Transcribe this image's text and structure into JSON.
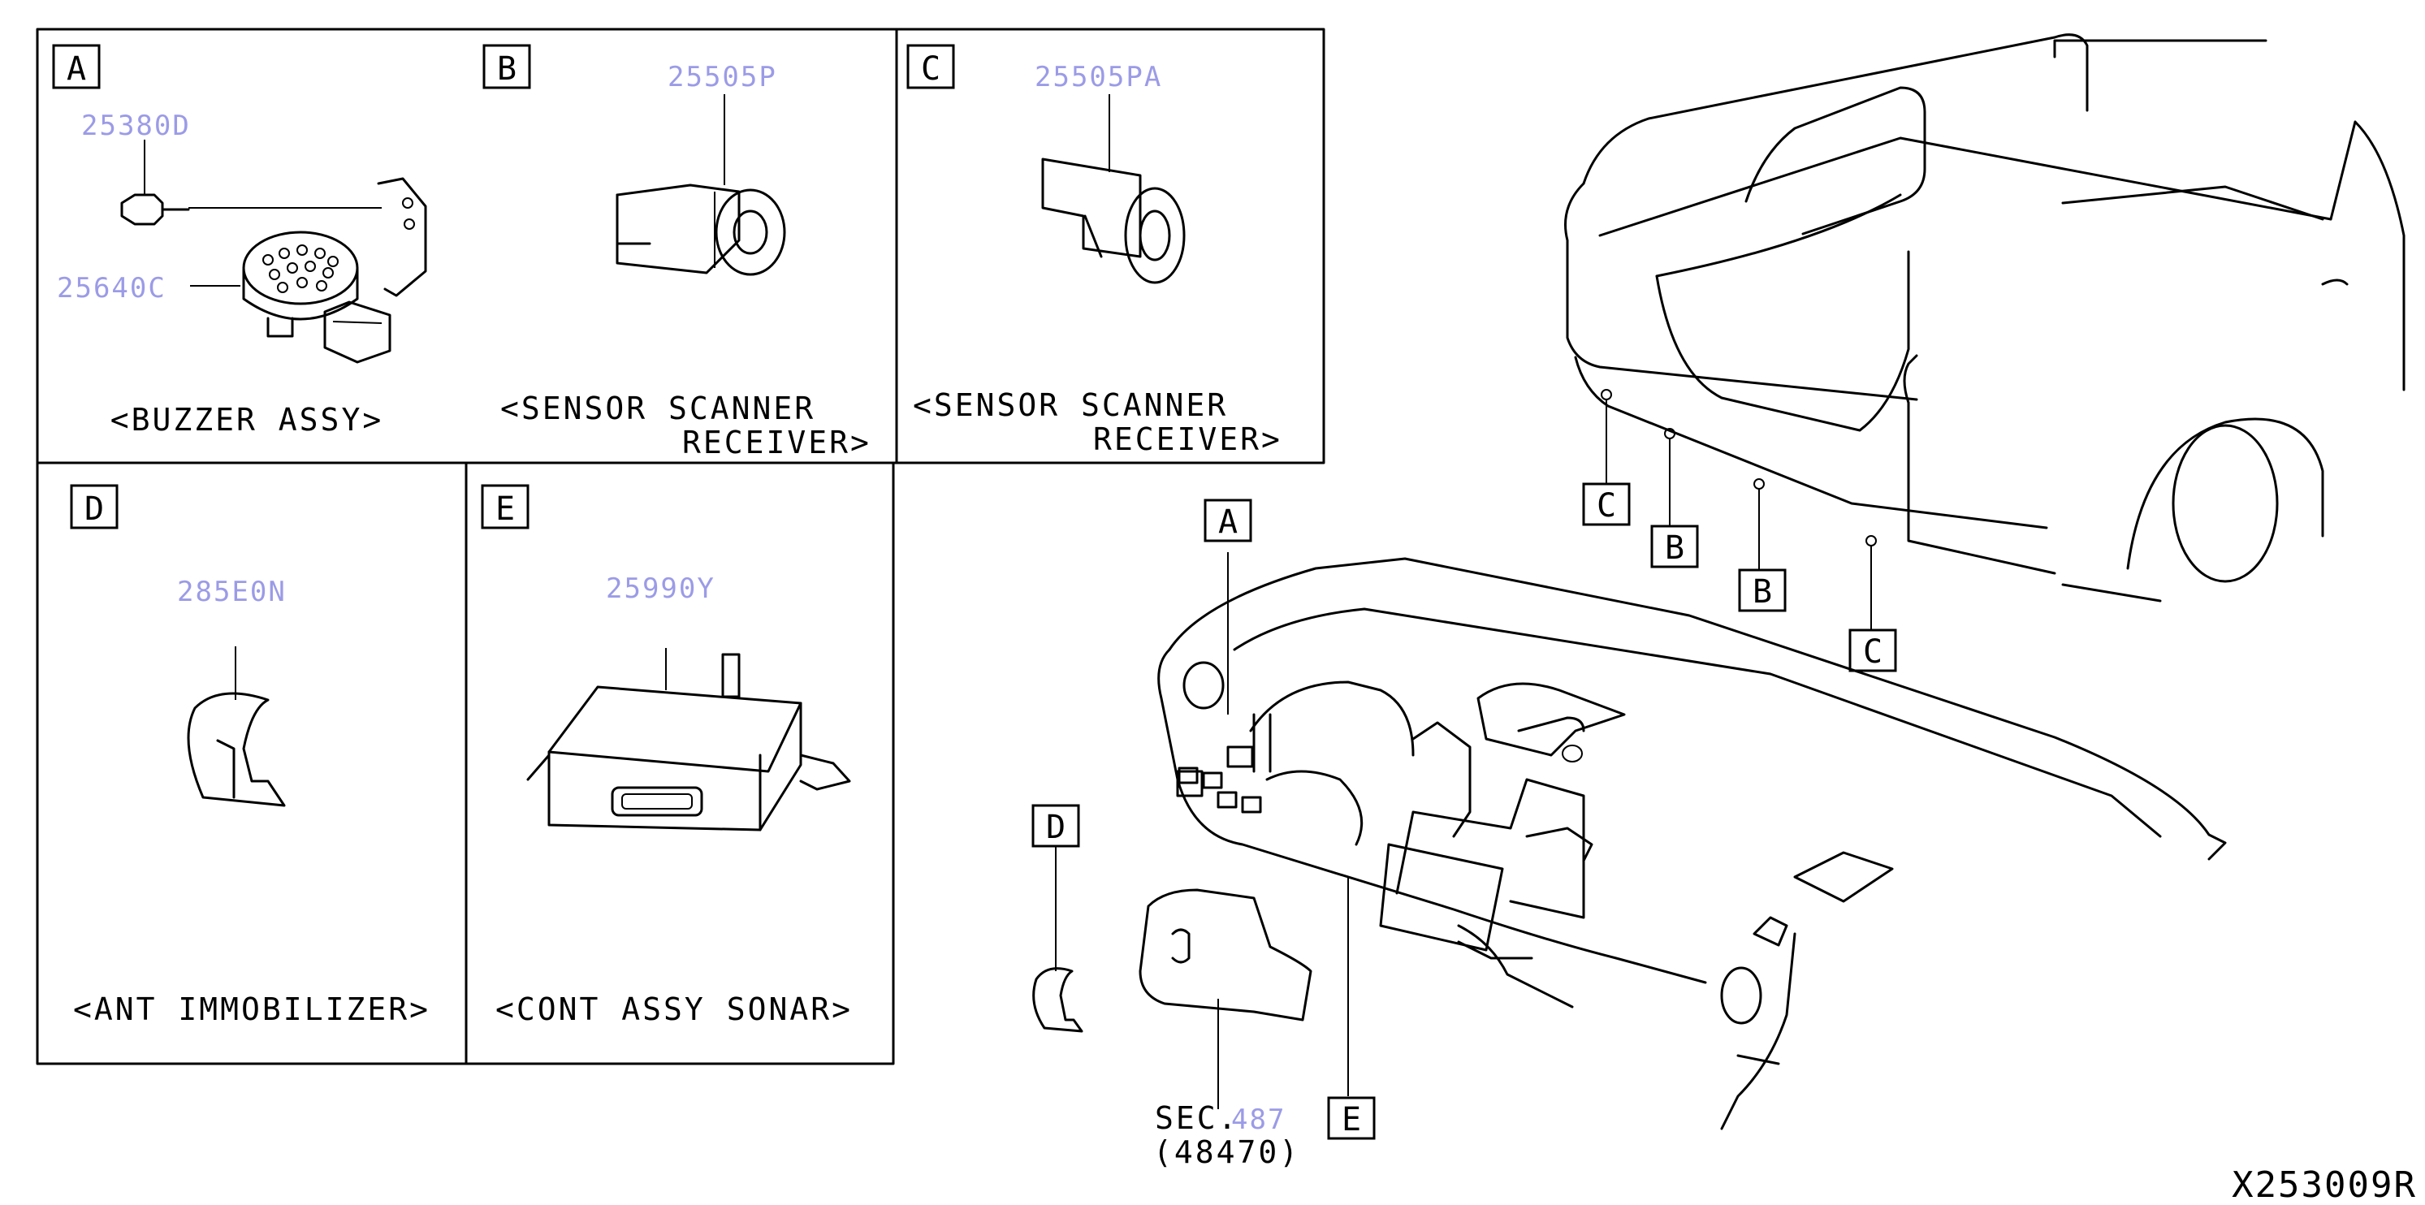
{
  "drawing_id": "X253009R",
  "panels": {
    "A": {
      "letter": "A",
      "caption": "<BUZZER ASSY>",
      "parts": [
        "25380D",
        "25640C"
      ]
    },
    "B": {
      "letter": "B",
      "caption_line1": "<SENSOR SCANNER",
      "caption_line2": "RECEIVER>",
      "part": "25505P"
    },
    "C": {
      "letter": "C",
      "caption_line1": "<SENSOR SCANNER",
      "caption_line2": "RECEIVER>",
      "part": "25505PA"
    },
    "D": {
      "letter": "D",
      "caption": "<ANT IMMOBILIZER>",
      "part": "285E0N"
    },
    "E": {
      "letter": "E",
      "caption": "<CONT ASSY SONAR>",
      "part": "25990Y"
    }
  },
  "vehicle_callouts": [
    "C",
    "B",
    "B",
    "C"
  ],
  "dash_callouts": [
    "A",
    "D",
    "E"
  ],
  "section_ref": {
    "prefix": "SEC.",
    "number": "487",
    "sub": "(48470)"
  }
}
